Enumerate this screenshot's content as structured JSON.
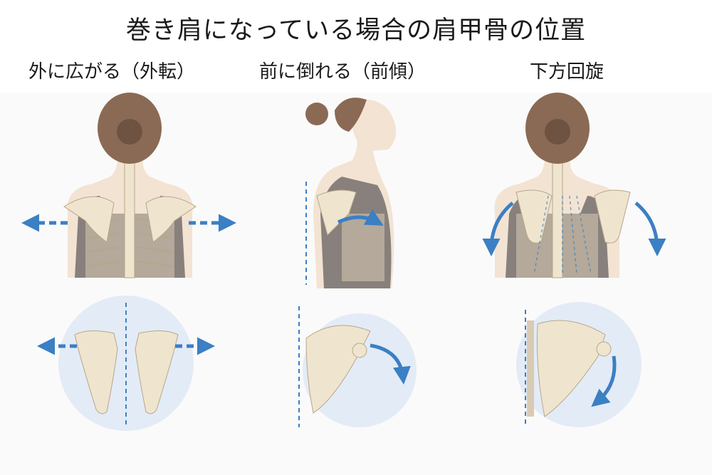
{
  "title": "巻き肩になっている場合の肩甲骨の位置",
  "columns": [
    {
      "label": "外に広がる（外転）"
    },
    {
      "label": "前に倒れる（前傾）"
    },
    {
      "label": "下方回旋"
    }
  ],
  "colors": {
    "arrow": "#3b7fc4",
    "bone": "#efe5cf",
    "bone_outline": "#b7a68a",
    "hair": "#8a6a55",
    "skin": "#f3e3d3",
    "tank": "#7c7472",
    "circle": "#e3ebf6"
  }
}
